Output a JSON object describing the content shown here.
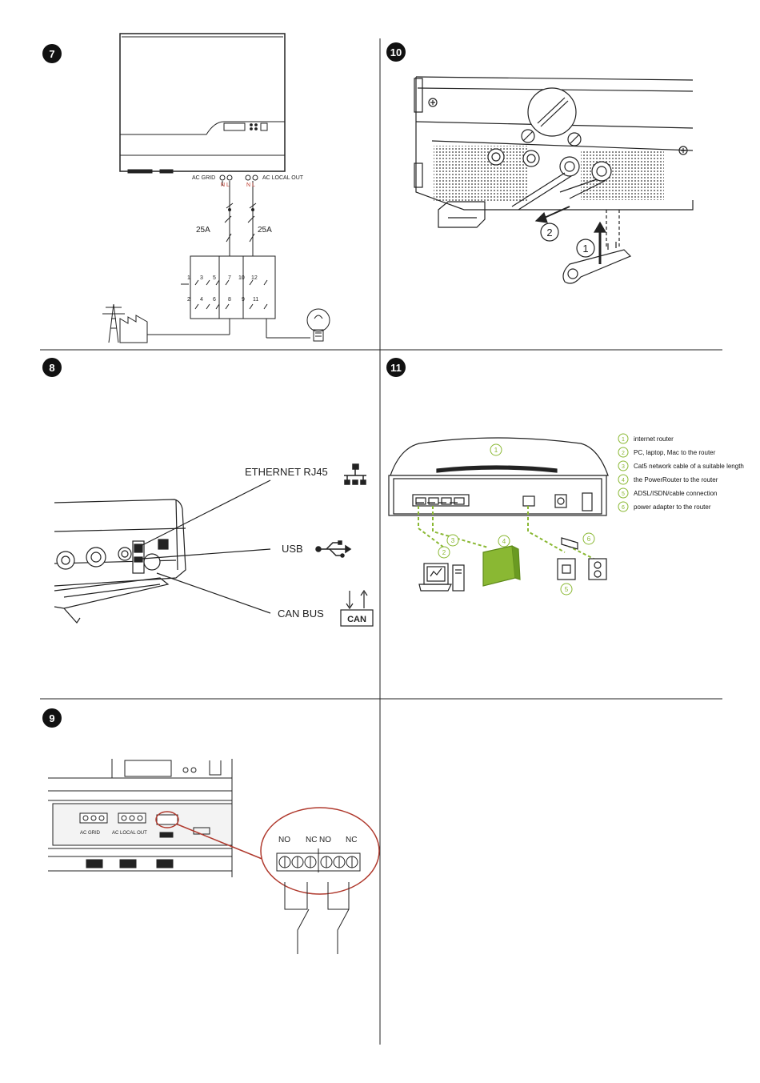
{
  "steps": {
    "s7": "7",
    "s8": "8",
    "s9": "9",
    "s10": "10",
    "s11": "11"
  },
  "wiring": {
    "ac_grid": "AC GRID",
    "ac_local_out": "AC LOCAL OUT",
    "nl_left": "N L",
    "nl_right": "N L",
    "breaker_left": "25A",
    "breaker_right": "25A",
    "terminals_top": [
      "1",
      "3",
      "5",
      "7",
      "10",
      "12"
    ],
    "terminals_bottom": [
      "2",
      "4",
      "6",
      "8",
      "9",
      "11"
    ]
  },
  "ports": {
    "ethernet": "ETHERNET RJ45",
    "usb": "USB",
    "can_bus": "CAN BUS",
    "can_box": "CAN"
  },
  "relay": {
    "ac_grid": "AC GRID",
    "ac_local_out": "AC LOCAL OUT",
    "no_1": "NO",
    "nc_1": "NC",
    "no_2": "NO",
    "nc_2": "NC"
  },
  "mc4": {
    "arrow_1": "1",
    "arrow_2": "2"
  },
  "network": {
    "router_label": "1",
    "callouts": [
      "2",
      "3",
      "4",
      "5",
      "6"
    ],
    "legend": [
      {
        "num": "1",
        "text": "internet router"
      },
      {
        "num": "2",
        "text": "PC, laptop, Mac to the router"
      },
      {
        "num": "3",
        "text": "Cat5 network cable of a suitable length"
      },
      {
        "num": "4",
        "text": "the PowerRouter to the router"
      },
      {
        "num": "5",
        "text": "ADSL/ISDN/cable connection"
      },
      {
        "num": "6",
        "text": "power adapter to the router"
      }
    ],
    "accent": "#8ab833"
  }
}
